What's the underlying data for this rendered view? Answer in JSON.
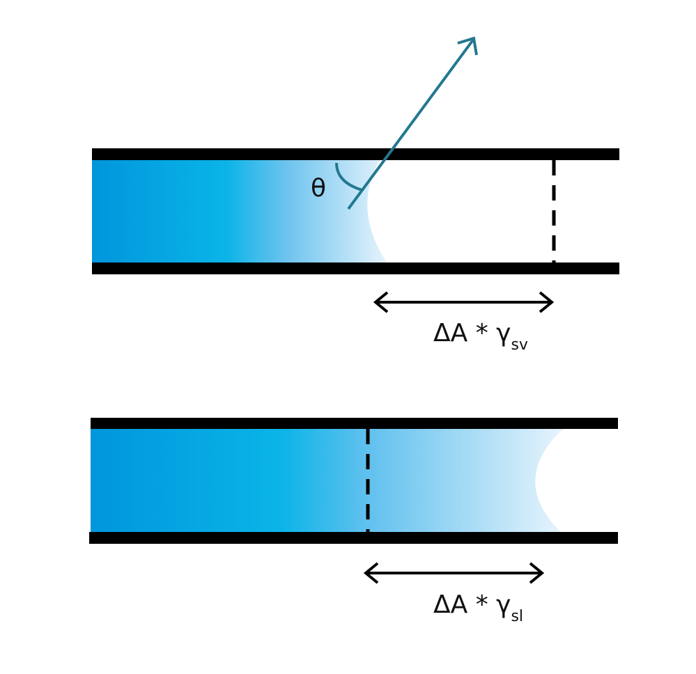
{
  "colors": {
    "wall": "#000000",
    "liquid_dark": "#0096dc",
    "liquid_mid": "#0ab4e8",
    "liquid_light": "#e6f3fc",
    "normal_vector": "#23788f"
  },
  "top_panel": {
    "angle_label": "θ",
    "dimension_label": "ΔA * γ",
    "dimension_subscript": "sv"
  },
  "bottom_panel": {
    "dimension_label": "ΔA * γ",
    "dimension_subscript": "sl"
  }
}
